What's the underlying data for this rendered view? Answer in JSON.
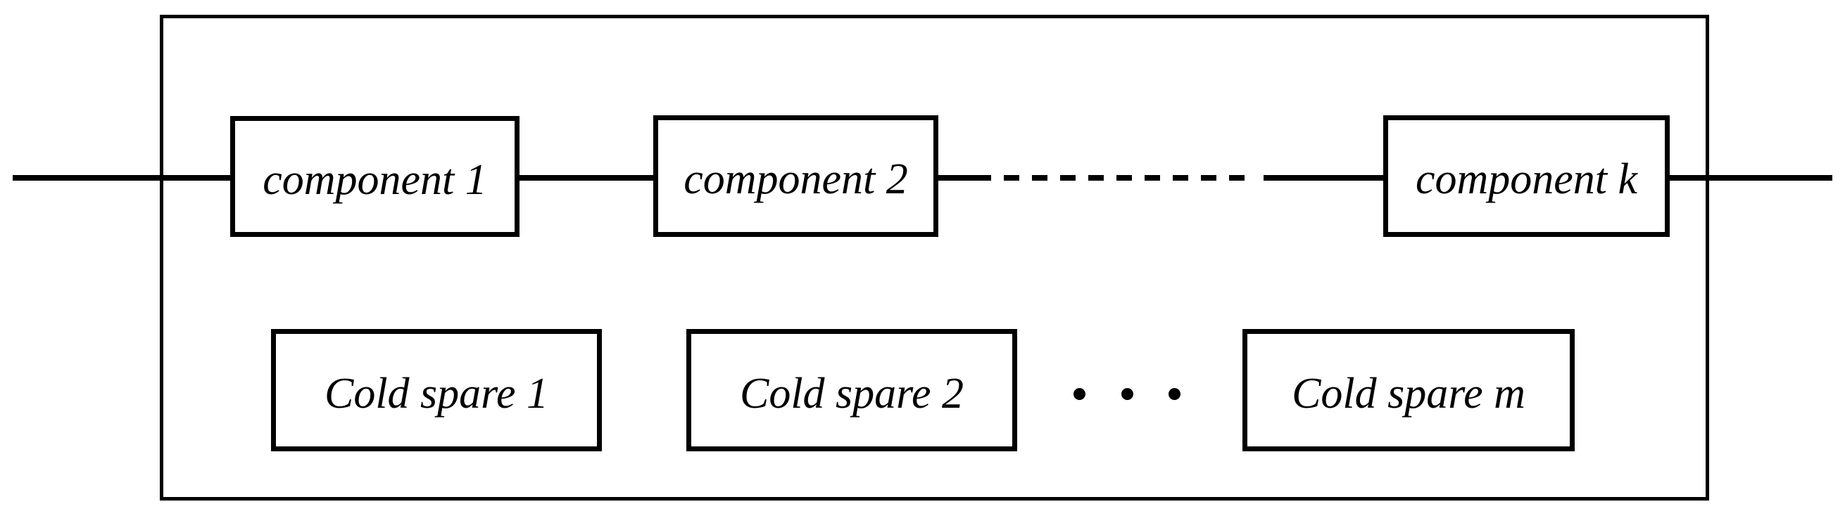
{
  "diagram": {
    "type": "reliability-block-diagram",
    "background_color": "#ffffff",
    "stroke_color": "#000000",
    "series_components": [
      {
        "label": "component 1"
      },
      {
        "label": "component 2"
      },
      {
        "label": "component k"
      }
    ],
    "series_gap_style": "dashed",
    "cold_spares": [
      {
        "label": "Cold spare 1"
      },
      {
        "label": "Cold spare 2"
      },
      {
        "label": "Cold spare m"
      }
    ],
    "spares_gap_ellipsis_dots": 3
  }
}
